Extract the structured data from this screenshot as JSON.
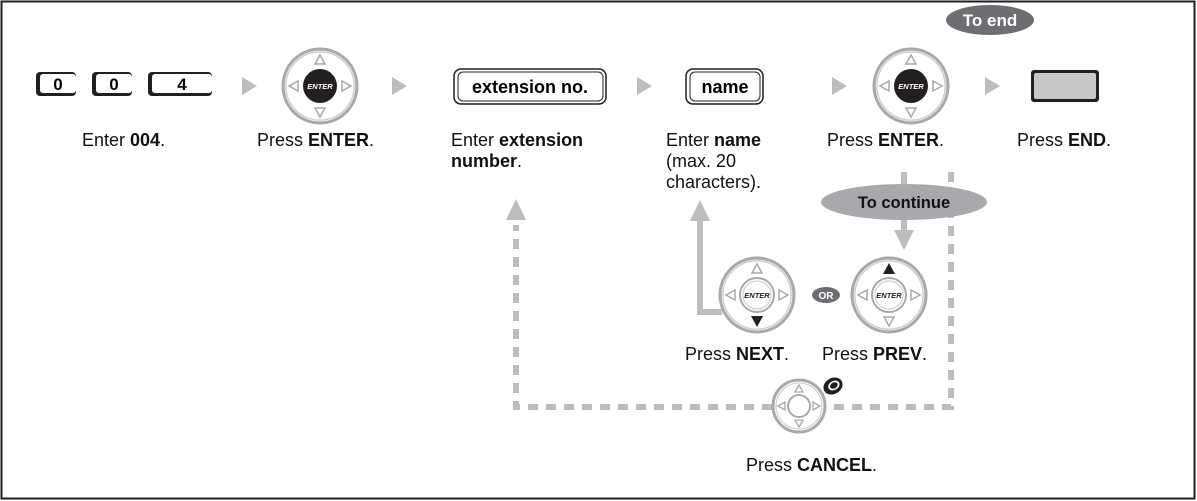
{
  "keys": {
    "digits": [
      "0",
      "0",
      "4"
    ],
    "enter_label": "ENTER",
    "or_label": "OR"
  },
  "input_boxes": {
    "extension": "extension no.",
    "name": "name"
  },
  "badges": {
    "to_end": "To end",
    "to_continue": "To continue"
  },
  "steps": {
    "s1": {
      "prefix": "Enter ",
      "bold": "004",
      "suffix": "."
    },
    "s2": {
      "prefix": "Press ",
      "bold": "ENTER",
      "suffix": "."
    },
    "s3": {
      "prefix": "Enter ",
      "bold": "extension",
      "bold2": "number",
      "suffix": "."
    },
    "s4": {
      "prefix": "Enter ",
      "bold": "name",
      "line2": "(max. 20",
      "line3": "characters)."
    },
    "s5": {
      "prefix": "Press ",
      "bold": "ENTER",
      "suffix": "."
    },
    "s6": {
      "prefix": "Press ",
      "bold": "END",
      "suffix": "."
    },
    "next": {
      "prefix": "Press ",
      "bold": "NEXT",
      "suffix": "."
    },
    "prev": {
      "prefix": "Press ",
      "bold": "PREV",
      "suffix": "."
    },
    "cancel": {
      "prefix": "Press ",
      "bold": "CANCEL",
      "suffix": "."
    }
  },
  "colors": {
    "frame": "#231f20",
    "arrow_gray": "#bdbdbd",
    "badge_dark": "#6d6e71",
    "badge_light": "#a7a9ac",
    "end_key": "#c8c8c8",
    "pad_fill": "#e6e6e6"
  }
}
